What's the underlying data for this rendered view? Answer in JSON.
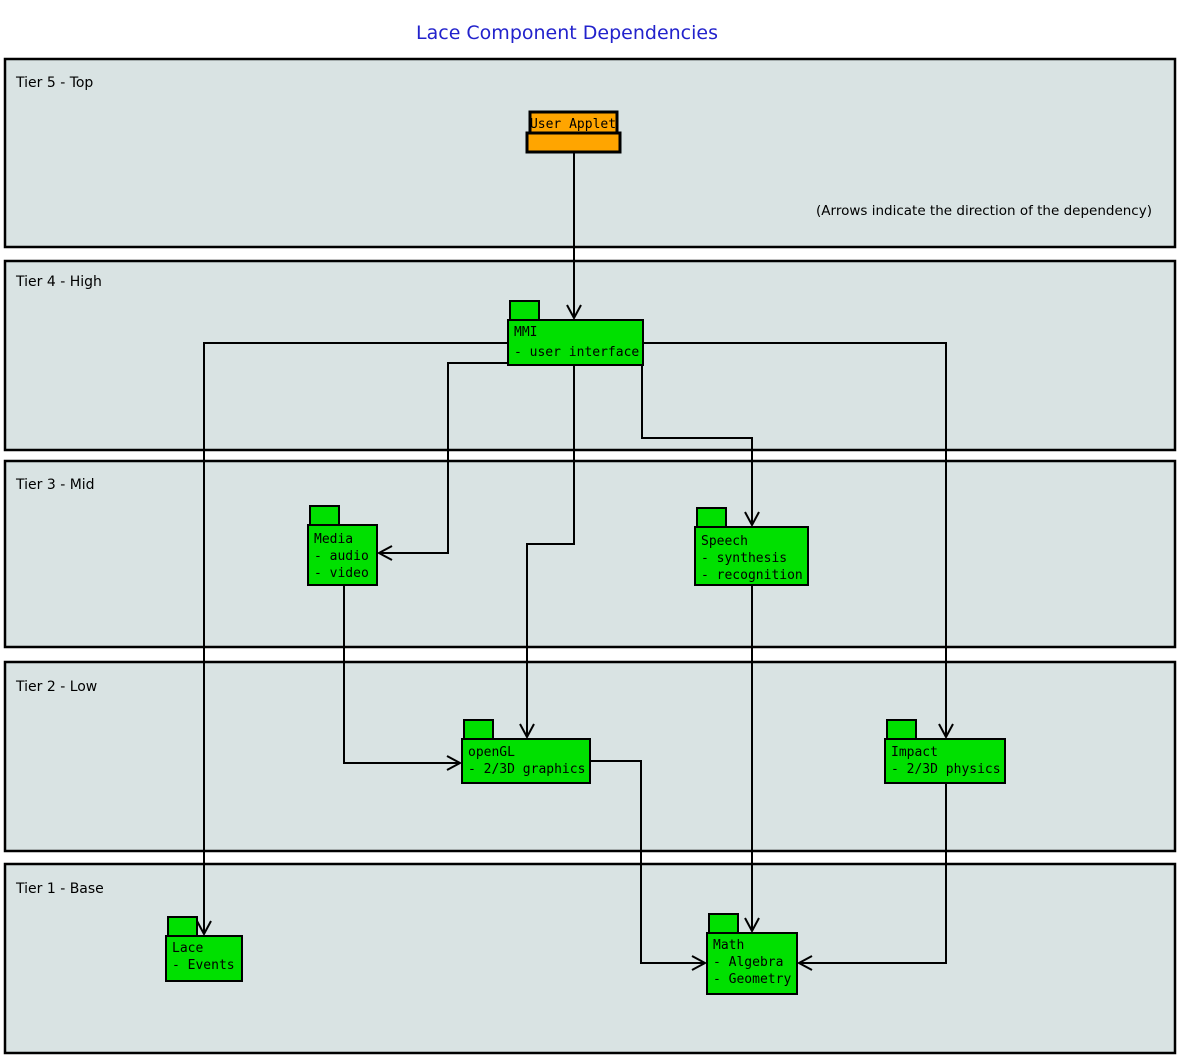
{
  "title": "Lace Component Dependencies",
  "note": "(Arrows indicate the direction of the dependency)",
  "colors": {
    "tier_bg": "#d9e3e3",
    "component_green": "#00e000",
    "applet_orange": "#ffa500",
    "title_blue": "#2222cc"
  },
  "tiers": [
    {
      "label": "Tier 5 - Top"
    },
    {
      "label": "Tier 4 - High"
    },
    {
      "label": "Tier 3 - Mid"
    },
    {
      "label": "Tier 2 - Low"
    },
    {
      "label": "Tier 1 - Base"
    }
  ],
  "components": {
    "user_applet": {
      "label": "User Applet"
    },
    "mmi": {
      "label": "MMI",
      "details": [
        "- user interface"
      ]
    },
    "media": {
      "label": "Media",
      "details": [
        "- audio",
        "- video"
      ]
    },
    "speech": {
      "label": "Speech",
      "details": [
        "- synthesis",
        "- recognition"
      ]
    },
    "opengl": {
      "label": "openGL",
      "details": [
        "- 2/3D graphics"
      ]
    },
    "impact": {
      "label": "Impact",
      "details": [
        "- 2/3D physics"
      ]
    },
    "lace": {
      "label": "Lace",
      "details": [
        "- Events"
      ]
    },
    "math": {
      "label": "Math",
      "details": [
        "- Algebra",
        "- Geometry"
      ]
    }
  },
  "dependencies": [
    {
      "from": "User Applet",
      "to": "MMI"
    },
    {
      "from": "MMI",
      "to": "Lace"
    },
    {
      "from": "MMI",
      "to": "Media"
    },
    {
      "from": "MMI",
      "to": "Speech"
    },
    {
      "from": "MMI",
      "to": "openGL"
    },
    {
      "from": "MMI",
      "to": "Impact"
    },
    {
      "from": "Media",
      "to": "openGL"
    },
    {
      "from": "Speech",
      "to": "Math"
    },
    {
      "from": "openGL",
      "to": "Math"
    },
    {
      "from": "Impact",
      "to": "Math"
    }
  ]
}
